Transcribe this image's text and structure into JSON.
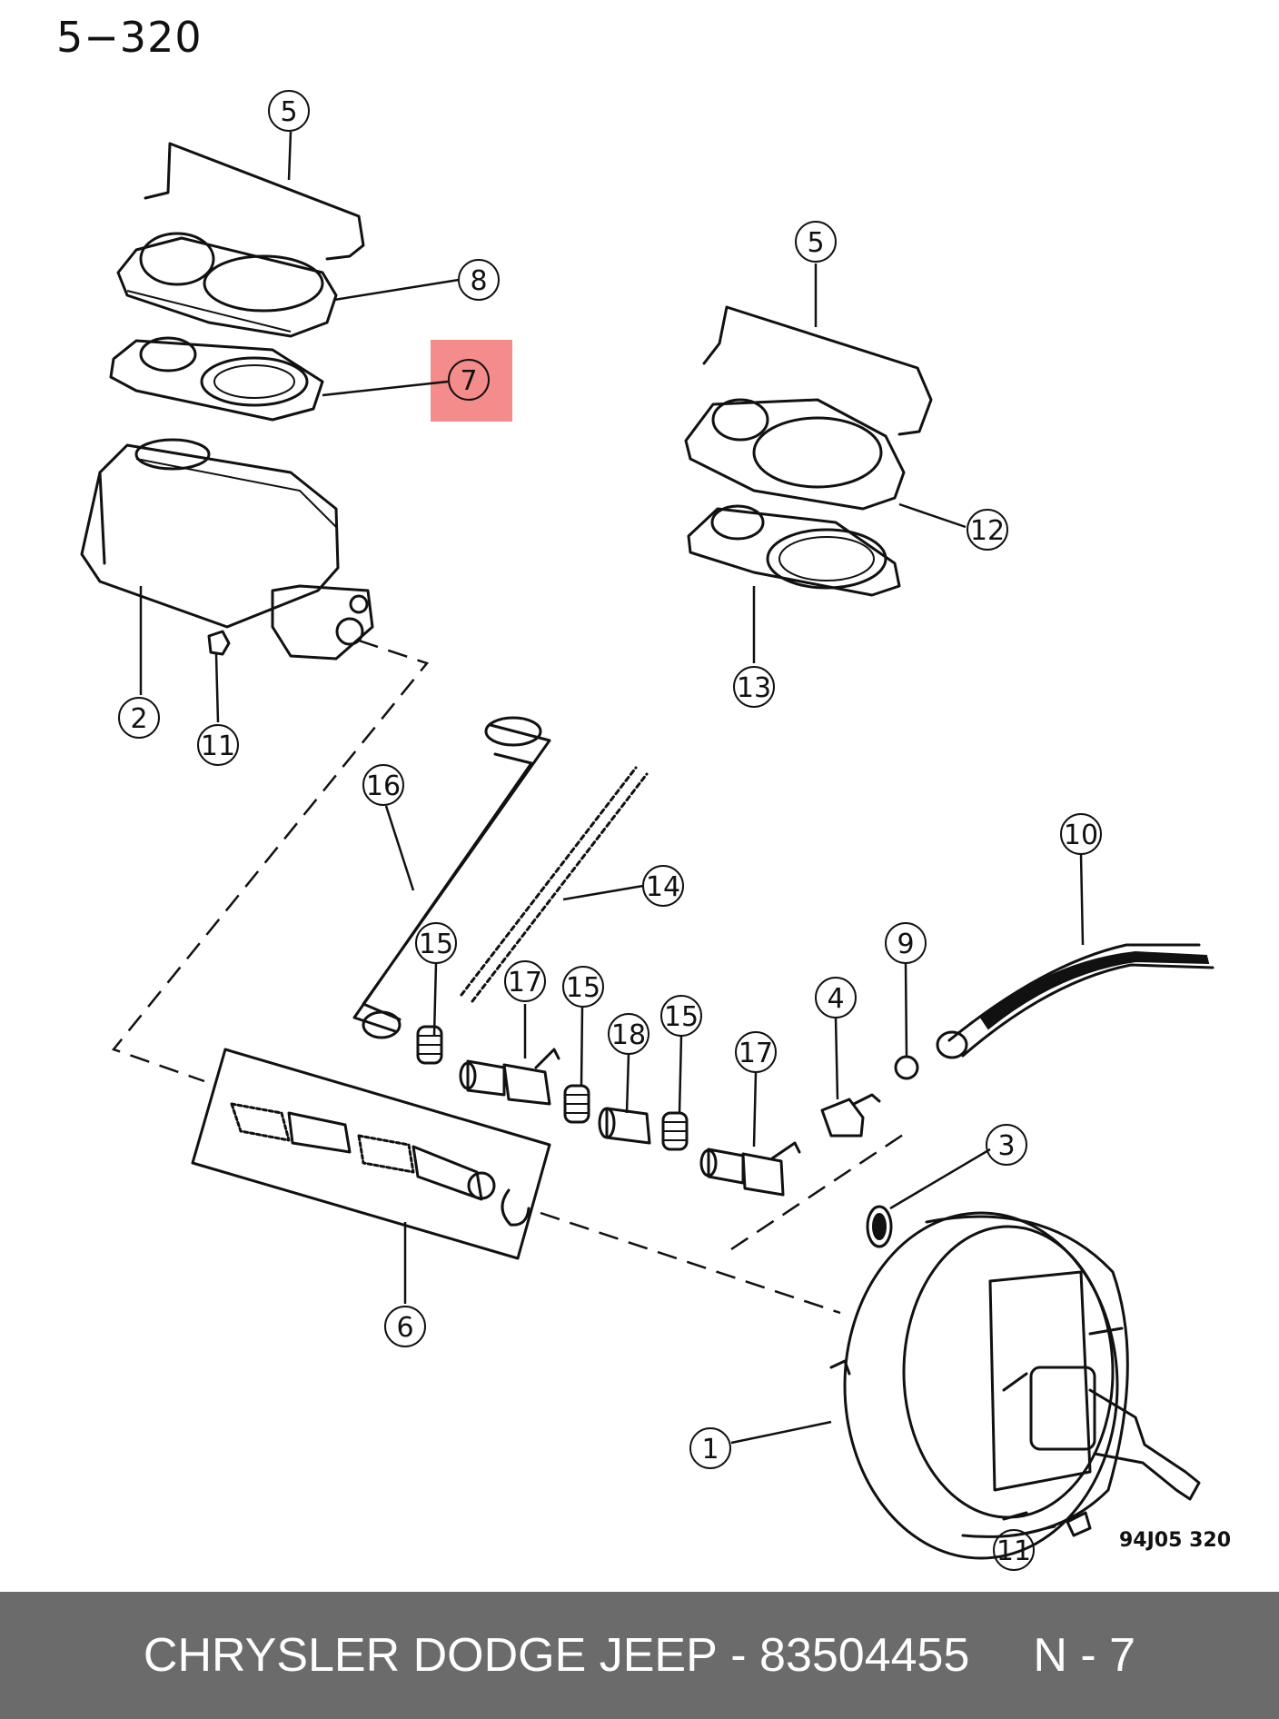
{
  "page_number": "5−320",
  "reference_code": "94J05  320",
  "highlight_color": "#f48c8c",
  "footer": {
    "brand": "CHRYSLER DODGE JEEP",
    "separator": "-",
    "part_number": "83504455",
    "ref": "N - 7"
  },
  "callouts": [
    {
      "id": "c5a",
      "label": "5"
    },
    {
      "id": "c8",
      "label": "8"
    },
    {
      "id": "c7",
      "label": "7",
      "highlighted": true
    },
    {
      "id": "c5b",
      "label": "5"
    },
    {
      "id": "c12",
      "label": "12"
    },
    {
      "id": "c13",
      "label": "13"
    },
    {
      "id": "c2",
      "label": "2"
    },
    {
      "id": "c11a",
      "label": "11"
    },
    {
      "id": "c16",
      "label": "16"
    },
    {
      "id": "c14",
      "label": "14"
    },
    {
      "id": "c10",
      "label": "10"
    },
    {
      "id": "c15a",
      "label": "15"
    },
    {
      "id": "c17a",
      "label": "17"
    },
    {
      "id": "c15b",
      "label": "15"
    },
    {
      "id": "c18",
      "label": "18"
    },
    {
      "id": "c15c",
      "label": "15"
    },
    {
      "id": "c17b",
      "label": "17"
    },
    {
      "id": "c4",
      "label": "4"
    },
    {
      "id": "c9",
      "label": "9"
    },
    {
      "id": "c3",
      "label": "3"
    },
    {
      "id": "c6",
      "label": "6"
    },
    {
      "id": "c1",
      "label": "1"
    },
    {
      "id": "c11b",
      "label": "11"
    }
  ]
}
